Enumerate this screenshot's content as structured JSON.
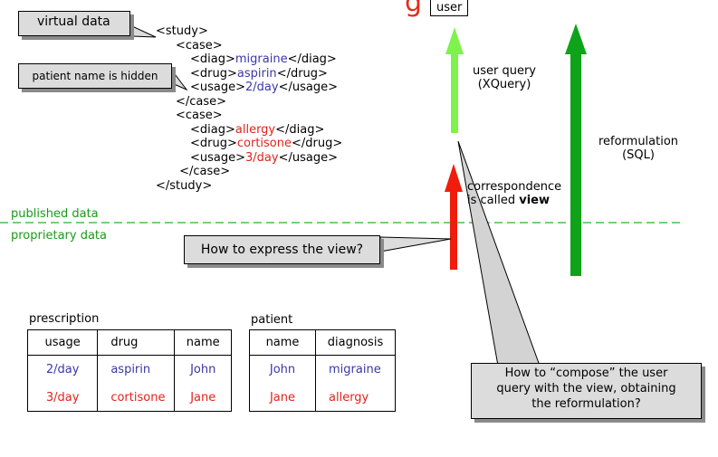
{
  "title_fragment": "g",
  "user_box": "user",
  "callouts": {
    "virtual_data": "virtual data",
    "patient_hidden": "patient name is hidden",
    "express_view": "How to express the view?",
    "compose_query": "How to “compose” the user query with the view, obtaining the reformulation?"
  },
  "xml_lines": [
    {
      "indent": 0,
      "parts": [
        {
          "t": "<study>",
          "c": "black"
        }
      ]
    },
    {
      "indent": 1,
      "parts": [
        {
          "t": "<case>",
          "c": "black"
        }
      ]
    },
    {
      "indent": 2,
      "parts": [
        {
          "t": "<diag>",
          "c": "black"
        },
        {
          "t": "migraine",
          "c": "blue"
        },
        {
          "t": "</diag>",
          "c": "black"
        }
      ]
    },
    {
      "indent": 2,
      "parts": [
        {
          "t": "<drug>",
          "c": "black"
        },
        {
          "t": "aspirin",
          "c": "blue"
        },
        {
          "t": "</drug>",
          "c": "black"
        }
      ]
    },
    {
      "indent": 2,
      "parts": [
        {
          "t": "<usage>",
          "c": "black"
        },
        {
          "t": "2/day",
          "c": "blue"
        },
        {
          "t": "</usage>",
          "c": "black"
        }
      ]
    },
    {
      "indent": 1,
      "parts": [
        {
          "t": "</case>",
          "c": "black"
        }
      ]
    },
    {
      "indent": 1,
      "parts": [
        {
          "t": "<case>",
          "c": "black"
        }
      ]
    },
    {
      "indent": 2,
      "parts": [
        {
          "t": "<diag>",
          "c": "black"
        },
        {
          "t": "allergy",
          "c": "red"
        },
        {
          "t": "</diag>",
          "c": "black"
        }
      ]
    },
    {
      "indent": 2,
      "parts": [
        {
          "t": "<drug>",
          "c": "black"
        },
        {
          "t": "cortisone",
          "c": "red"
        },
        {
          "t": "</drug>",
          "c": "black"
        }
      ]
    },
    {
      "indent": 2,
      "parts": [
        {
          "t": "<usage>",
          "c": "black"
        },
        {
          "t": "3/day",
          "c": "red"
        },
        {
          "t": "</usage>",
          "c": "black"
        }
      ]
    },
    {
      "indent": 1,
      "parts": [
        {
          "t": " </case>",
          "c": "black"
        }
      ]
    },
    {
      "indent": 0,
      "parts": [
        {
          "t": "</study>",
          "c": "black"
        }
      ]
    }
  ],
  "labels": {
    "user_query": "user query",
    "user_query_lang": "(XQuery)",
    "reformulation": "reformulation",
    "reformulation_lang": "(SQL)",
    "correspondence_prefix": "correspondence is called ",
    "correspondence_bold": "view",
    "published": "published data",
    "proprietary": "proprietary data"
  },
  "prescription": {
    "caption": "prescription",
    "headers": [
      "usage",
      "drug",
      "name"
    ],
    "rows": [
      {
        "cells": [
          "2/day",
          "aspirin",
          "John"
        ],
        "color": "blue"
      },
      {
        "cells": [
          "3/day",
          "cortisone",
          "Jane"
        ],
        "color": "red"
      }
    ]
  },
  "patient": {
    "caption": "patient",
    "headers": [
      "name",
      "diagnosis"
    ],
    "rows": [
      {
        "cells": [
          "John",
          "migraine"
        ],
        "color": "blue"
      },
      {
        "cells": [
          "Jane",
          "allergy"
        ],
        "color": "red"
      }
    ]
  },
  "colors": {
    "title_red": "#e52b1f",
    "blue": "#3a37a8",
    "red": "#e0231b",
    "green_dark": "#0fa31a",
    "green_light": "#7ef24e",
    "arrow_red": "#f01c0c",
    "dash_green": "#25b525",
    "callout_gray": "#dcdcdc"
  }
}
